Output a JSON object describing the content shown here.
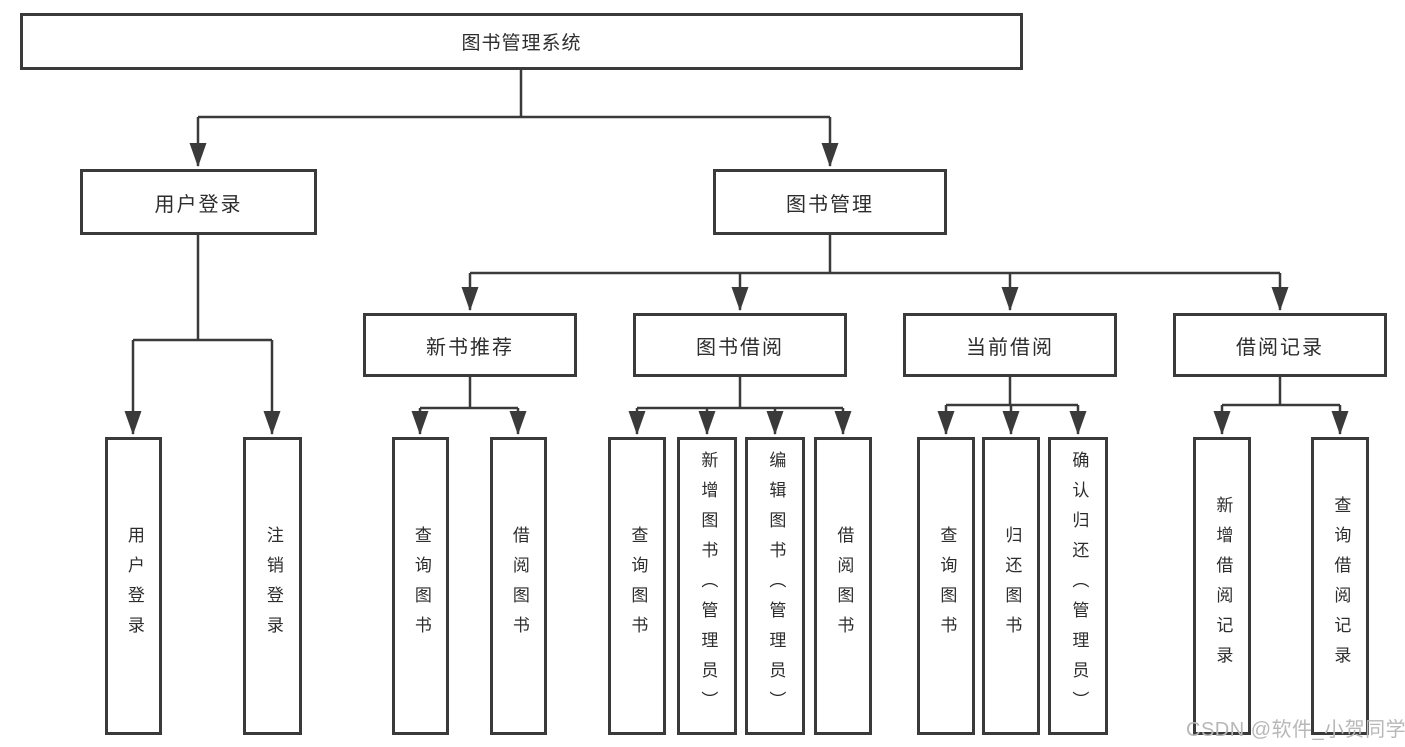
{
  "diagram": {
    "title_node": {
      "label": "图书管理系统"
    },
    "level2": {
      "user_login": {
        "label": "用户登录"
      },
      "book_mgmt": {
        "label": "图书管理"
      }
    },
    "level3": {
      "new_book_rec": {
        "label": "新书推荐"
      },
      "book_borrow": {
        "label": "图书借阅"
      },
      "current_borrow": {
        "label": "当前借阅"
      },
      "borrow_records": {
        "label": "借阅记录"
      }
    },
    "leaves": {
      "user_login": [
        {
          "label": "用户登录"
        },
        {
          "label": "注销登录"
        }
      ],
      "new_book_rec": [
        {
          "label": "查询图书"
        },
        {
          "label": "借阅图书"
        }
      ],
      "book_borrow": [
        {
          "label": "查询图书"
        },
        {
          "label": "新增图书（管理员）"
        },
        {
          "label": "编辑图书（管理员）"
        },
        {
          "label": "借阅图书"
        }
      ],
      "current_borrow": [
        {
          "label": "查询图书"
        },
        {
          "label": "归还图书"
        },
        {
          "label": "确认归还（管理员）"
        }
      ],
      "borrow_records": [
        {
          "label": "新增借阅记录"
        },
        {
          "label": "查询借阅记录"
        }
      ]
    }
  },
  "watermark": {
    "text": "CSDN @软件_小贺同学"
  },
  "colors": {
    "line": "#3a3a3a",
    "box_border": "#3a3a3a",
    "text": "#2d2d2d",
    "background": "#ffffff",
    "watermark": "#b8b8b8"
  }
}
